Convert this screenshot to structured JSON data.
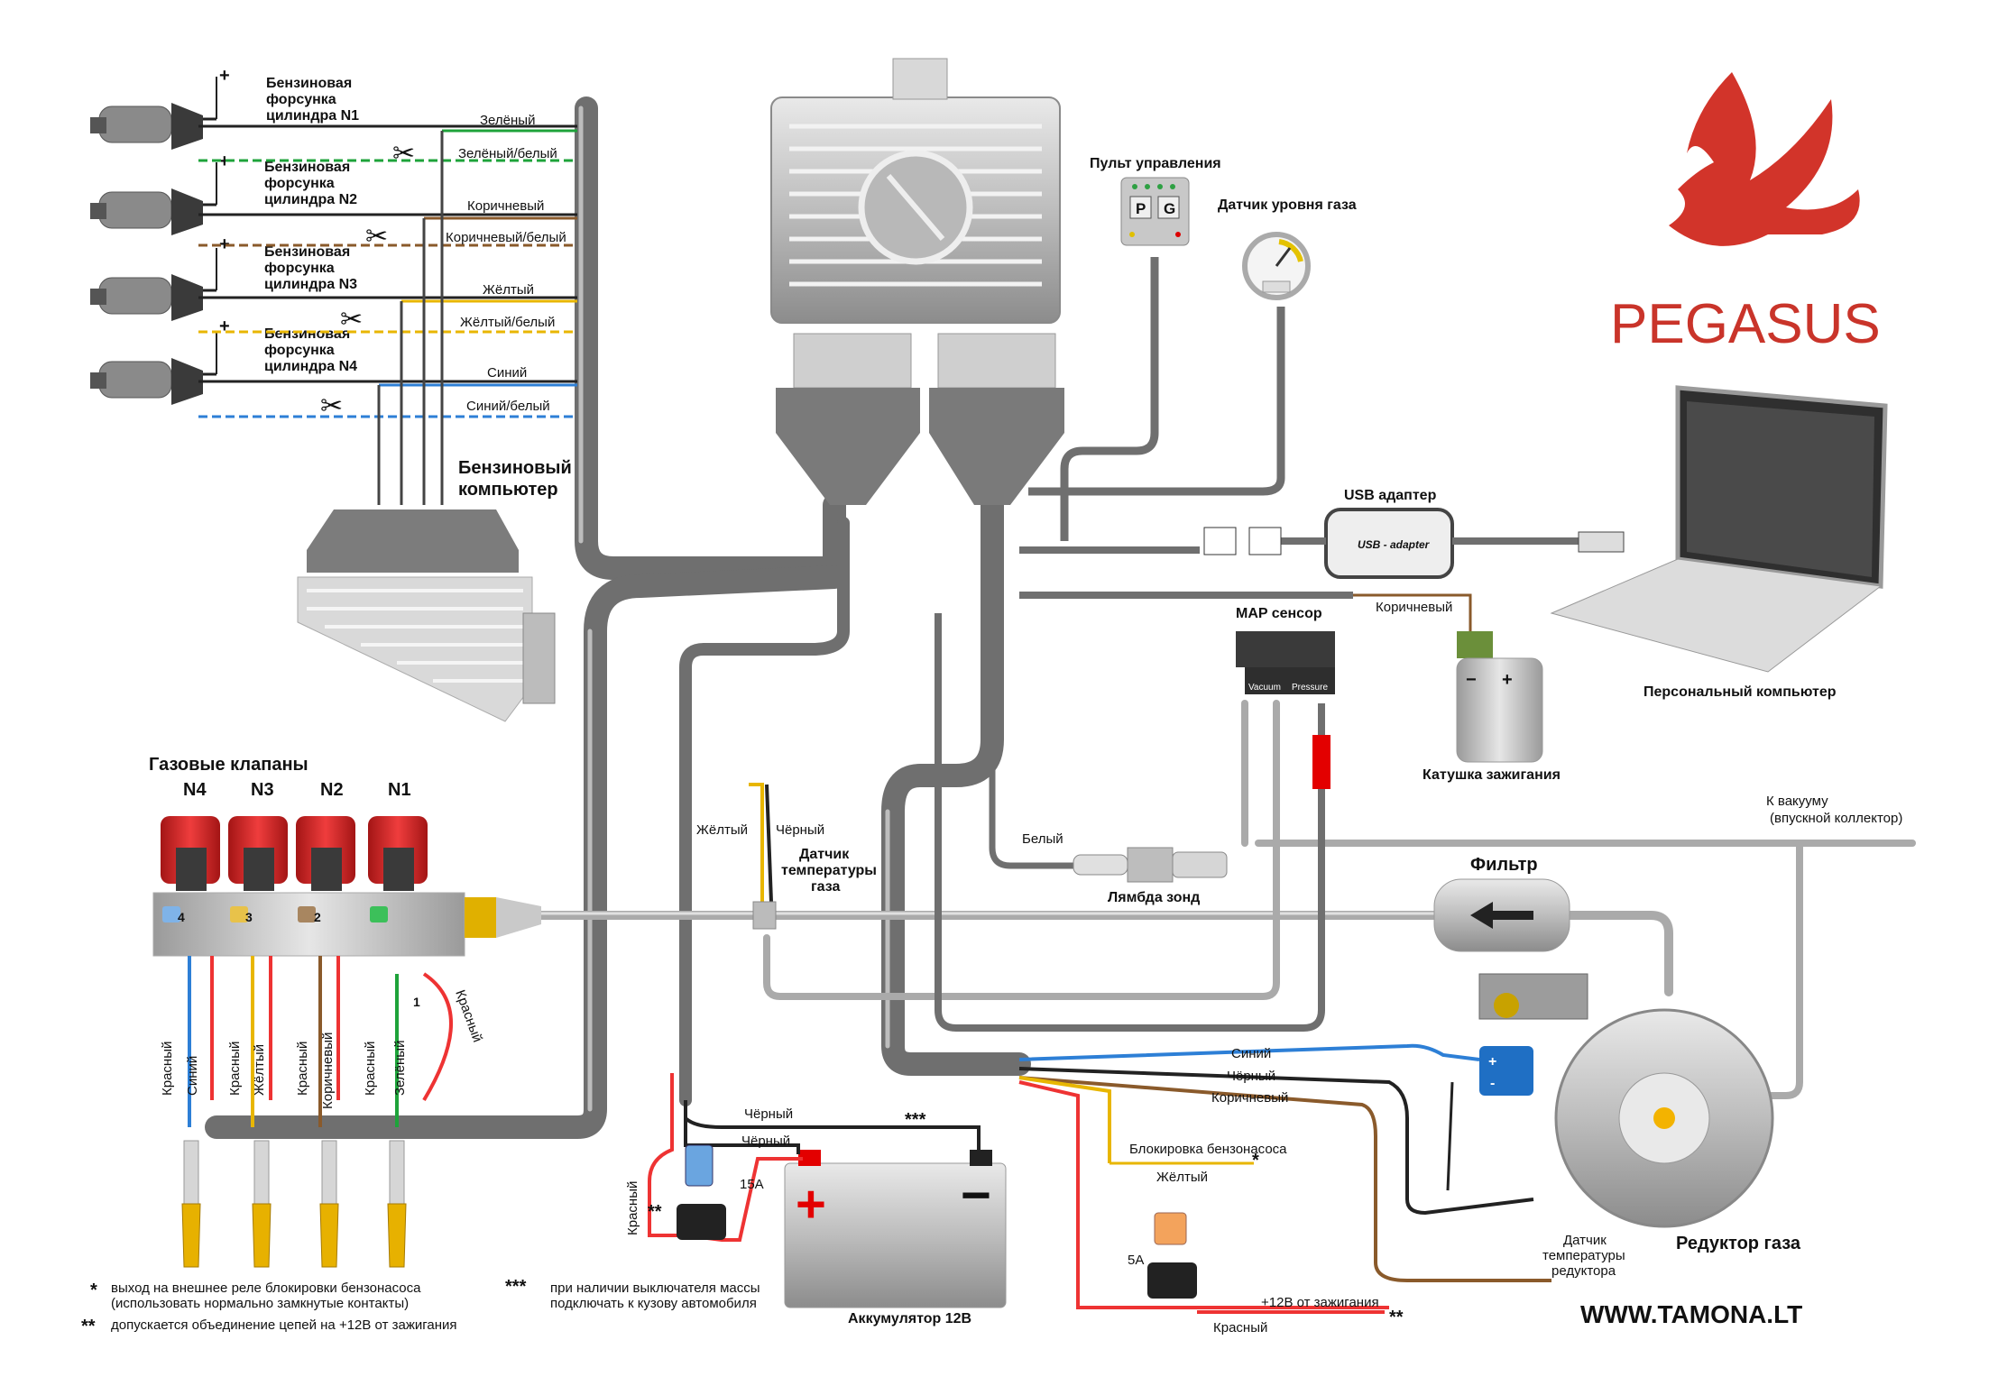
{
  "injectors": [
    {
      "line1": "Бензиновая",
      "line2": "форсунка",
      "line3": "цилиндра N1",
      "polarity": "+"
    },
    {
      "line1": "Бензиновая",
      "line2": "форсунка",
      "line3": "цилиндра N2",
      "polarity": "+"
    },
    {
      "line1": "Бензиновая",
      "line2": "форсунка",
      "line3": "цилиндра N3",
      "polarity": "+"
    },
    {
      "line1": "Бензиновая",
      "line2": "форсунка",
      "line3": "цилиндра N4",
      "polarity": "+"
    }
  ],
  "wires_top": [
    "Зелёный",
    "Зелёный/белый",
    "Коричневый",
    "Коричневый/белый",
    "Жёлтый",
    "Жёлтый/белый",
    "Синий",
    "Синий/белый"
  ],
  "petrol_ecu": {
    "line1": "Бензиновый",
    "line2": "компьютер"
  },
  "control_panel": {
    "title": "Пульт управления",
    "btn_p": "P",
    "btn_g": "G"
  },
  "gas_level": {
    "title": "Датчик уровня газа"
  },
  "usb": {
    "title": "USB адаптер",
    "label": "USB - adapter"
  },
  "brand": {
    "name": "PEGASUS",
    "site": "WWW.TAMONA.LT"
  },
  "laptop": {
    "label": "Персональный компьютер"
  },
  "map": {
    "title": "MAP сенсор",
    "vacuum": "Vacuum",
    "pressure": "Pressure",
    "wire": "Коричневый"
  },
  "coil": {
    "label": "Катушка зажигания",
    "minus": "−",
    "plus": "+"
  },
  "valves": {
    "title": "Газовые клапаны",
    "ids": [
      "N4",
      "N3",
      "N2",
      "N1"
    ],
    "nums": [
      "4",
      "3",
      "2",
      "1"
    ]
  },
  "valve_wires": [
    "Красный",
    "Синий",
    "Красный",
    "Жёлтый",
    "Красный",
    "Коричневый",
    "Красный",
    "Зелёный",
    "Красный"
  ],
  "temp_sensor": {
    "title1": "Датчик",
    "title2": "температуры",
    "title3": "газа",
    "w1": "Жёлтый",
    "w2": "Чёрный"
  },
  "lambda": {
    "label": "Лямбда зонд",
    "wire": "Белый"
  },
  "filter": {
    "label": "Фильтр"
  },
  "vacuum": {
    "line1": "К вакууму",
    "line2": "(впускной коллектор)"
  },
  "reducer": {
    "label": "Редуктор газа",
    "t1": "Датчик",
    "t2": "температуры",
    "t3": "редуктора",
    "plus": "+",
    "minus": "-"
  },
  "reducer_wires": [
    "Синий",
    "Чёрный",
    "Коричневый"
  ],
  "battery": {
    "label": "Аккумулятор 12В",
    "plus": "+",
    "minus": "−"
  },
  "battery_wires": {
    "black1": "Чёрный",
    "black2": "Чёрный",
    "stars": "***",
    "red": "Красный",
    "fuse": "15A",
    "dstar": "**"
  },
  "pump_block": {
    "label": "Блокировка бензонасоса",
    "star": "*",
    "wire": "Жёлтый"
  },
  "fuse5": {
    "label": "5A",
    "ign": "+12В от зажигания",
    "stars": "**",
    "wire": "Красный"
  },
  "notes": [
    {
      "mark": "*",
      "l1": "выход на внешнее реле блокировки бензонасоса",
      "l2": "(использовать нормально замкнутые контакты)"
    },
    {
      "mark": "**",
      "l1": "допускается объединение цепей на +12В от зажигания",
      "l2": ""
    },
    {
      "mark": "***",
      "l1": "при наличии выключателя массы",
      "l2": "подключать к кузову автомобиля"
    }
  ]
}
